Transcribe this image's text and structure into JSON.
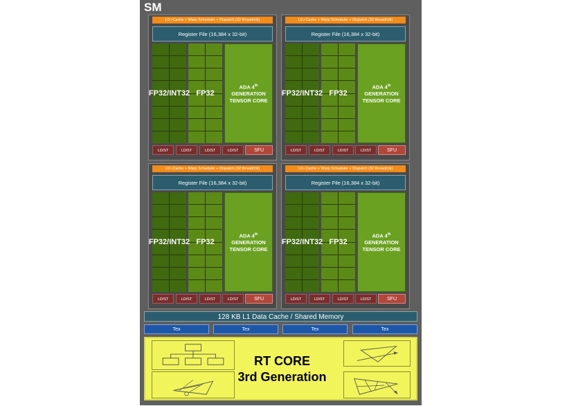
{
  "sm": {
    "title": "SM",
    "quadrant": {
      "l0_label": "L0 i-Cache + Warp Scheduler + Dispatch (32 thread/clk)",
      "register_file": "Register File (16,384 x 32-bit)",
      "fp32_int32": "FP32 / INT32",
      "fp32": "FP32",
      "tensor": {
        "line1": "ADA 4",
        "sup": "th",
        "line2": "GENERATION",
        "line3": "TENSOR CORE"
      },
      "ldst": "LD/ST",
      "sfu": "SFU"
    },
    "l1_cache": "128 KB L1 Data Cache / Shared Memory",
    "tex": [
      "Tex",
      "Tex",
      "Tex",
      "Tex"
    ],
    "rt_core": {
      "line1": "RT CORE",
      "line2": "3rd Generation"
    },
    "colors": {
      "sm_bg": "#5f5f5f",
      "scheduler": "#f28c1a",
      "register_file": "#2b5d6e",
      "fp32_int32": "#3f6a0f",
      "fp32": "#5c8a16",
      "tensor": "#6aa121",
      "ldst": "#7a2d2d",
      "sfu": "#b2463a",
      "tex": "#1d57a8",
      "rt_core": "#f2f55a"
    }
  }
}
